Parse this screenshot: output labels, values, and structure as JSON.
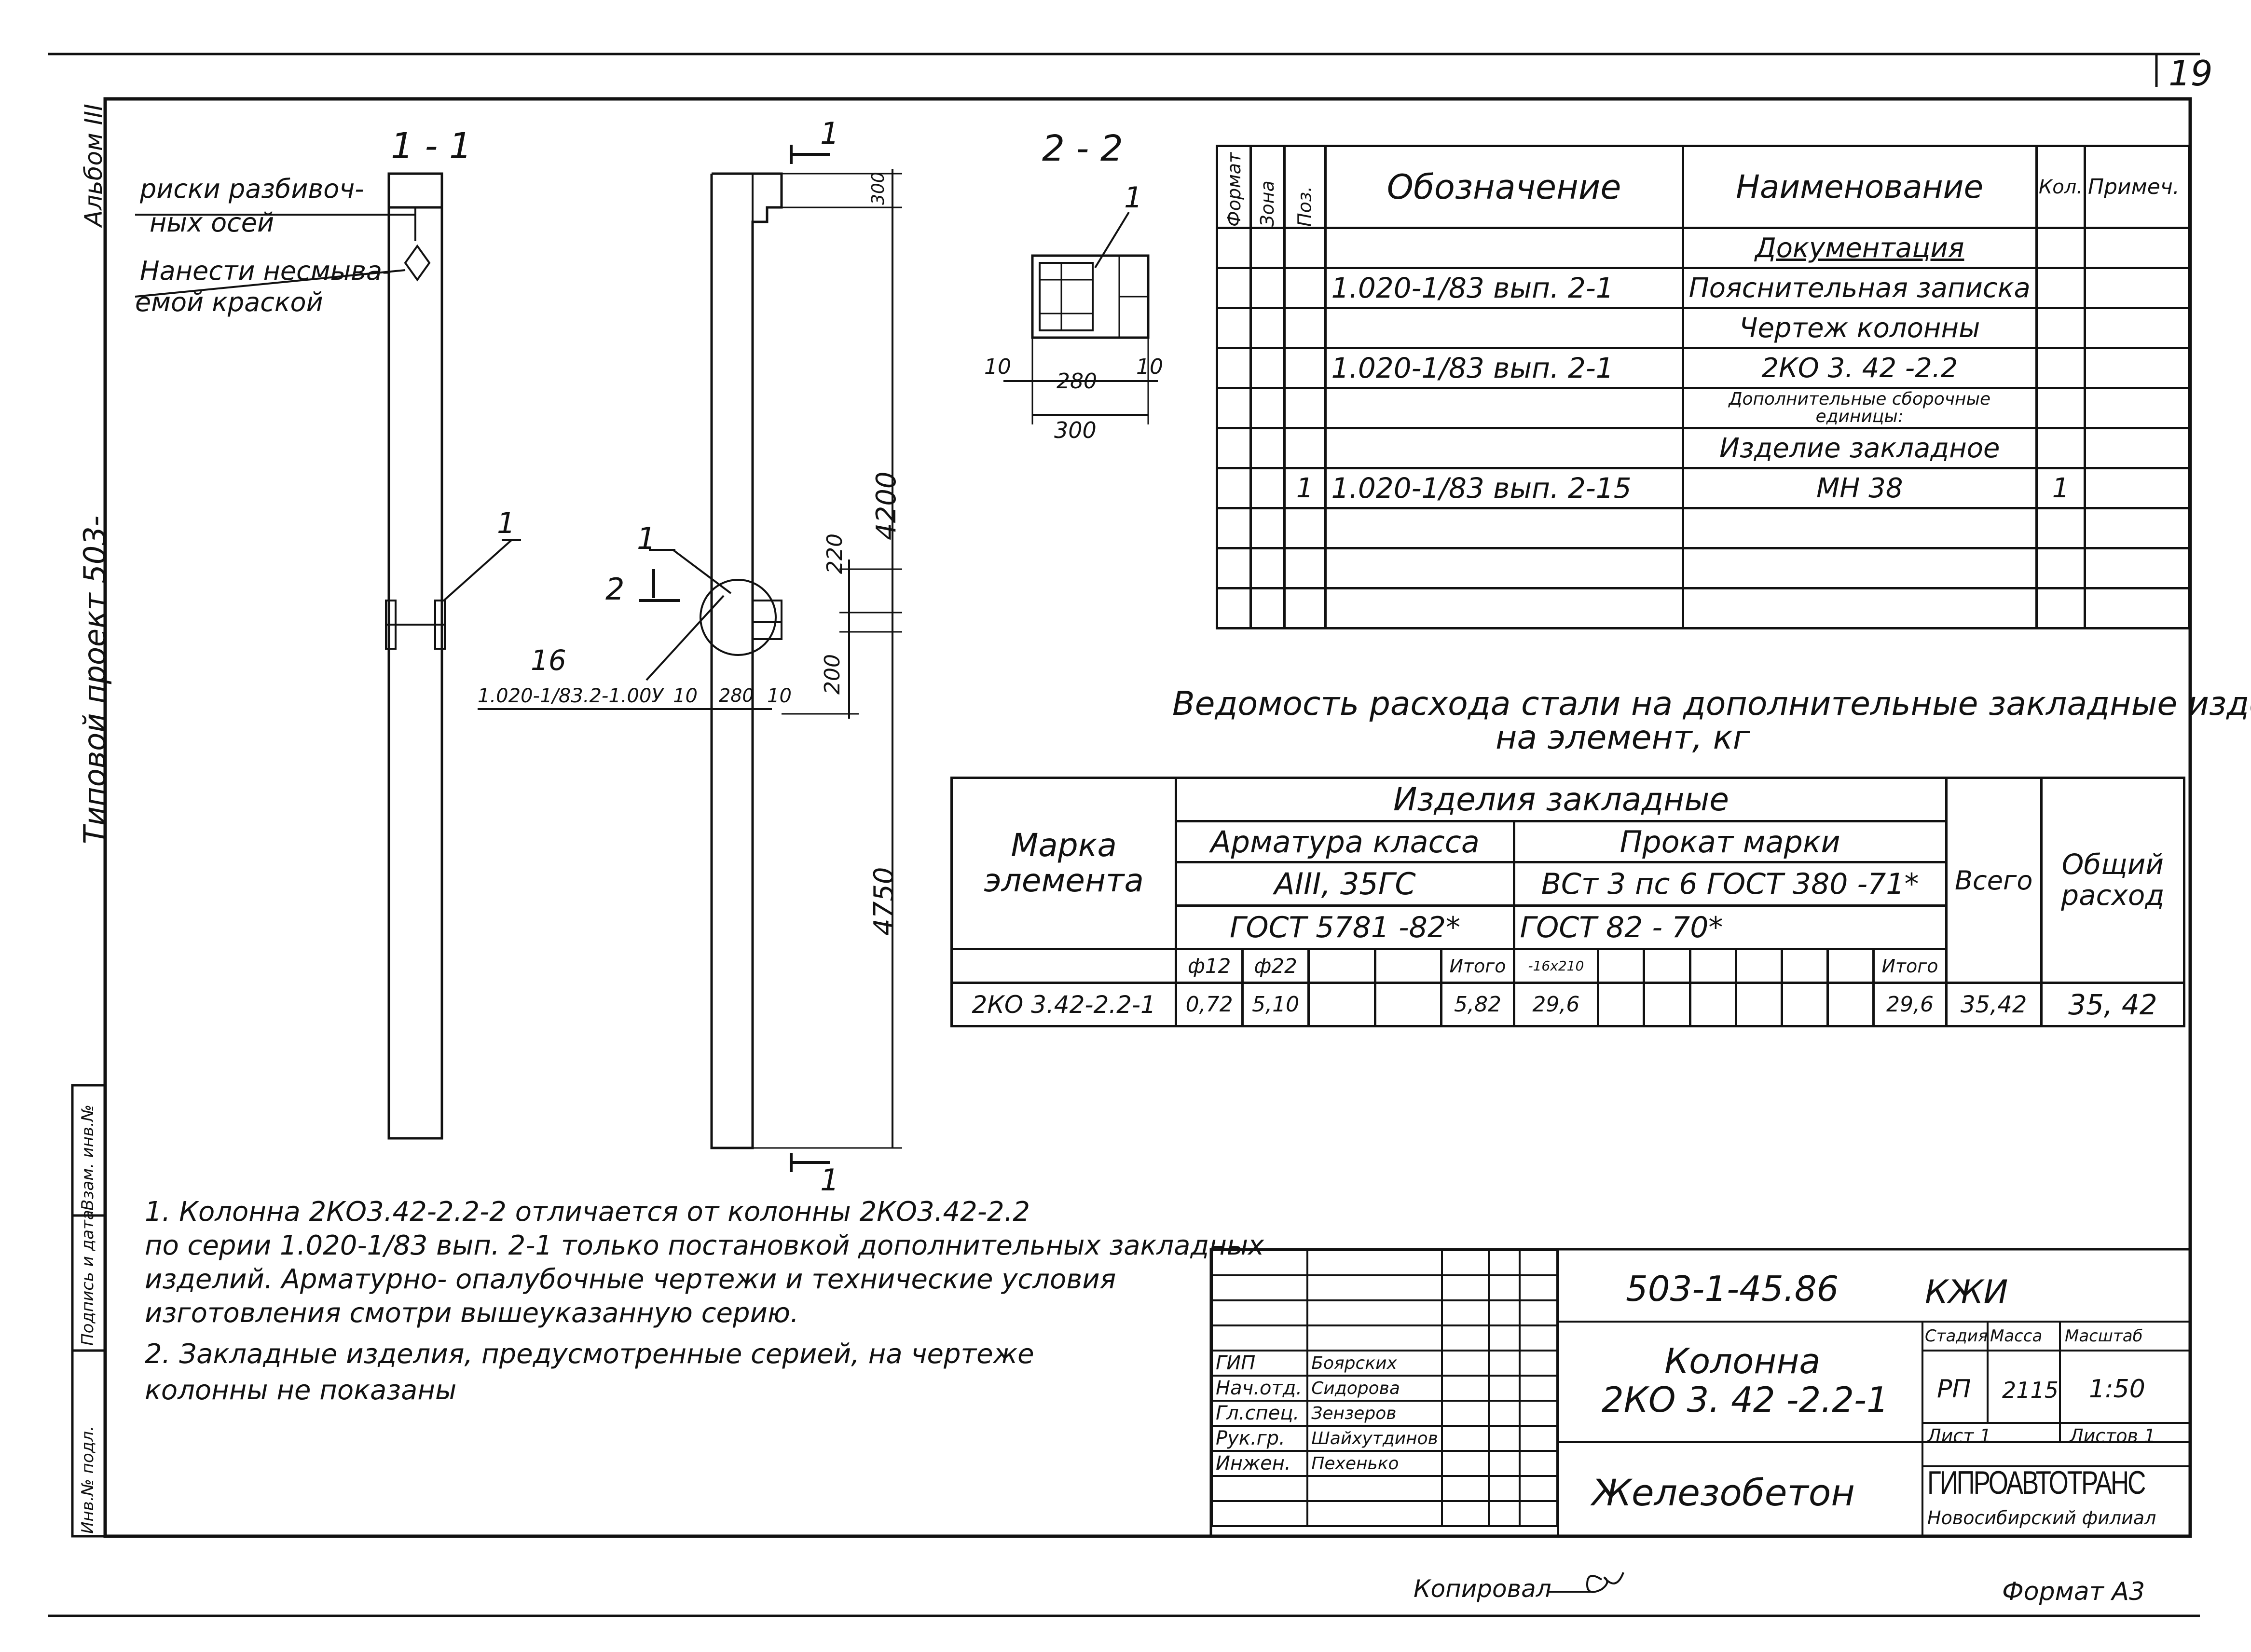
{
  "sheet_number": "19",
  "side_labels": {
    "album": "Альбом III",
    "project": "Типовой проект 503-",
    "left_column": [
      "Инв.№ подл.",
      "Подпись и дата",
      "Взам. инв.№"
    ]
  },
  "section_1_1": {
    "title": "1 - 1",
    "note_axes": [
      "риски разбивоч-",
      "ных осей"
    ],
    "note_paint": [
      "Нанести несмыва-",
      "емой краской"
    ],
    "callout": "1"
  },
  "elevation": {
    "cut_mark_top": "1",
    "cut_mark_bottom": "1",
    "cut_2": "2",
    "callout_1": "1",
    "callout_16": "16",
    "ref": "1.020-1/83.2-1.00У",
    "dim_10a": "10",
    "dim_280": "280",
    "dim_10b": "10",
    "dim_300": "300",
    "dim_4200": "4200",
    "dim_220": "220",
    "dim_200": "200",
    "dim_4750": "4750"
  },
  "section_2_2": {
    "title": "2 - 2",
    "callout": "1",
    "dim_10a": "10",
    "dim_280": "280",
    "dim_10b": "10",
    "dim_300": "300"
  },
  "spec_table": {
    "headers": {
      "format": "Формат",
      "zone": "Зона",
      "pos": "Поз.",
      "designation": "Обозначение",
      "name": "Наименование",
      "qty": "Кол.",
      "note": "Примеч."
    },
    "rows": [
      {
        "pos": "",
        "designation": "",
        "name": "Документация",
        "qty": ""
      },
      {
        "pos": "",
        "designation": "1.020-1/83 вып. 2-1",
        "name": "Пояснительная записка",
        "qty": ""
      },
      {
        "pos": "",
        "designation": "",
        "name": "Чертеж колонны",
        "qty": ""
      },
      {
        "pos": "",
        "designation": "1.020-1/83 вып. 2-1",
        "name": "2КО 3. 42 -2.2",
        "qty": ""
      },
      {
        "pos": "",
        "designation": "",
        "name": "Дополнительные сборочные единицы:",
        "qty": ""
      },
      {
        "pos": "",
        "designation": "",
        "name": "Изделие закладное",
        "qty": ""
      },
      {
        "pos": "1",
        "designation": "1.020-1/83 вып. 2-15",
        "name": "МН 38",
        "qty": "1"
      },
      {
        "pos": "",
        "designation": "",
        "name": "",
        "qty": ""
      },
      {
        "pos": "",
        "designation": "",
        "name": "",
        "qty": ""
      },
      {
        "pos": "",
        "designation": "",
        "name": "",
        "qty": ""
      }
    ]
  },
  "steel_title": [
    "Ведомость расхода стали на дополнительные закладные изделия",
    "на элемент, кг"
  ],
  "steel_table": {
    "h_mark": "Марка элемента",
    "h_items": "Изделия закладные",
    "h_rebar": "Арматура класса",
    "h_rebar_class": "АIII, 35ГС",
    "h_rebar_gost": "ГОСТ 5781 -82*",
    "h_rolled": "Прокат марки",
    "h_rolled_class": "ВСт 3 пс 6 ГОСТ 380 -71*",
    "h_rolled_gost": "ГОСТ 82 - 70*",
    "h_total": "Всего",
    "h_overall": "Общий расход",
    "sub_d12": "ф12",
    "sub_d22": "ф22",
    "sub_itogo": "Итого",
    "sub_plate": "-16x210",
    "sub_itogo2": "Итого",
    "row": {
      "mark": "2КО 3.42-2.2-1",
      "d12": "0,72",
      "d22": "5,10",
      "itogo": "5,82",
      "plate": "29,6",
      "itogo2": "29,6",
      "total": "35,42",
      "overall": "35, 42"
    }
  },
  "notes": [
    "1. Колонна 2КО3.42-2.2-2 отличается от колонны 2КО3.42-2.2",
    "по серии 1.020-1/83 вып. 2-1 только постановкой дополнительных закладных",
    "изделий. Арматурно- опалубочные чертежи и технические условия",
    "изготовления смотри вышеуказанную серию.",
    "2. Закладные изделия, предусмотренные серией, на чертеже",
    "колонны не показаны"
  ],
  "title_block": {
    "signers": [
      {
        "role": "ГИП",
        "name": "Боярских"
      },
      {
        "role": "Нач.отд.",
        "name": "Сидорова"
      },
      {
        "role": "Гл.спец.",
        "name": "Зензеров"
      },
      {
        "role": "Рук.гр.",
        "name": "Шайхутдинов"
      },
      {
        "role": "Инжен.",
        "name": "Пехенько"
      }
    ],
    "code": "503-1-45.86",
    "code_suffix": "КЖИ",
    "object_name": "Колонна",
    "object_mark": "2КО 3. 42 -2.2-1",
    "material": "Железобетон",
    "h_stage": "Стадия",
    "h_mass": "Масса",
    "h_scale": "Масштаб",
    "stage": "РП",
    "mass": "2115",
    "scale": "1:50",
    "sheet": "Лист 1",
    "sheets": "Листов 1",
    "org": "ГИПРОАВТОТРАНС",
    "org_branch": "Новосибирский филиал"
  },
  "footer": {
    "copied": "Копировал",
    "format": "Формат А3"
  }
}
